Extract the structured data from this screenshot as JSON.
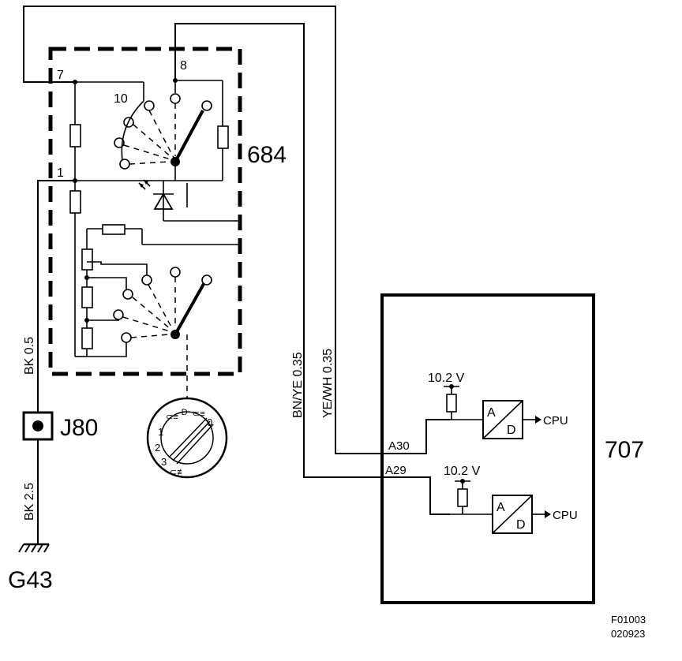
{
  "components": {
    "switch_unit": "684",
    "control_module": "707",
    "connector": "J80",
    "ground": "G43"
  },
  "pins": {
    "p7": "7",
    "p8": "8",
    "p10": "10",
    "p1": "1",
    "a30": "A30",
    "a29": "A29"
  },
  "wires": {
    "bk_05": "BK 0.5",
    "bk_25": "BK 2.5",
    "bnye_035": "BN/YE 0.35",
    "yewh_035": "YE/WH 0.35"
  },
  "module": {
    "ref_voltage_1": "10.2 V",
    "ref_voltage_2": "10.2 V",
    "adc_a": "A",
    "adc_d": "D",
    "cpu_1": "CPU",
    "cpu_2": "CPU"
  },
  "knob": {
    "positions": [
      "1",
      "2",
      "3",
      "0"
    ]
  },
  "figure_code": {
    "line1": "F01003",
    "line2": "020923"
  }
}
